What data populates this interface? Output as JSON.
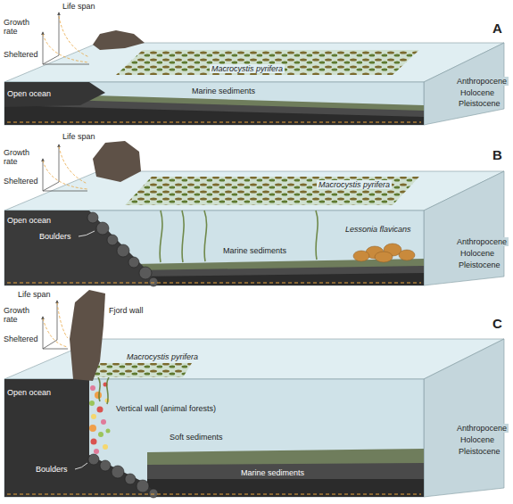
{
  "diagram": {
    "labels": [
      "Life span",
      "Growth rate",
      "Sheltered",
      "Open ocean",
      "Macrocystis pyrifera",
      "Marine sediments",
      "Anthropocene",
      "Holocene",
      "Pleistocene",
      "A",
      "Growth rate",
      "Life span",
      "Sheltered",
      "Open ocean",
      "Boulders",
      "Macrocystis pyrifera",
      "Lessonia flavicans",
      "Marine sediments",
      "Anthropocene",
      "Holocene",
      "Pleistocene",
      "B",
      "Life span",
      "Growth rate",
      "Sheltered",
      "Fjord wall",
      "Open ocean",
      "Boulders",
      "Macrocystis pyrifera",
      "Vertical wall (animal forests)",
      "Soft sediments",
      "Marine sediments",
      "Anthropocene",
      "Holocene",
      "Pleistocene",
      "C"
    ]
  }
}
